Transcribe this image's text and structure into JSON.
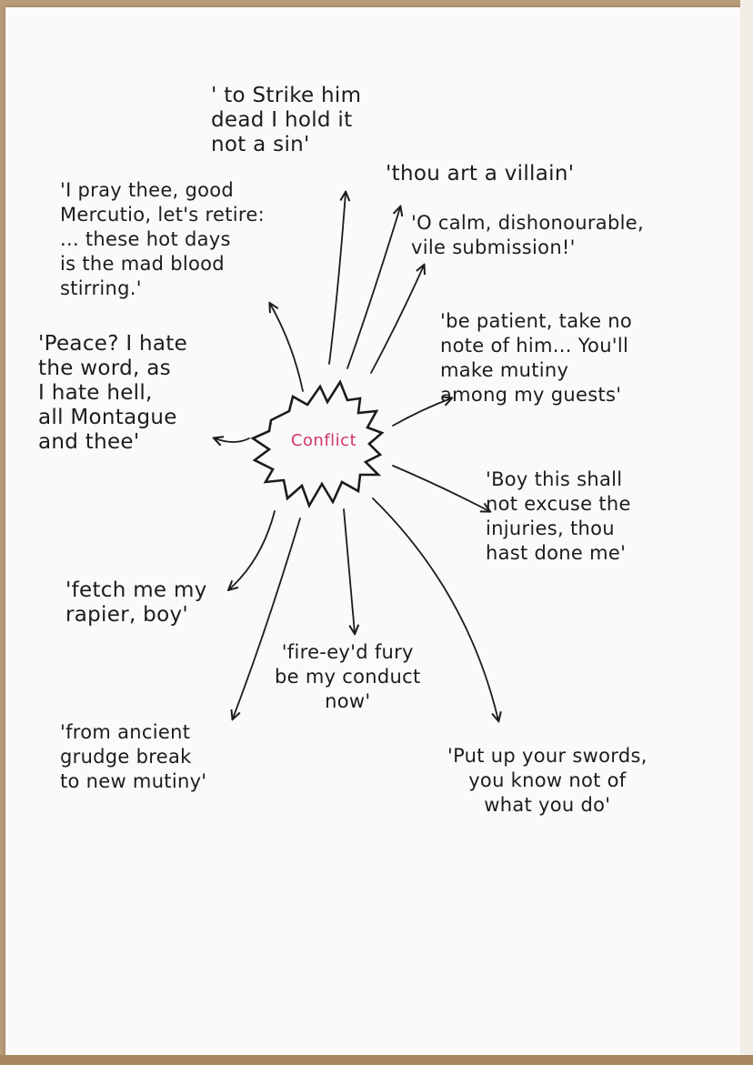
{
  "diagram": {
    "center": {
      "label": "Conflict",
      "color": "#d2366c"
    },
    "ink_color": "#1c1c1c",
    "quotes": [
      {
        "id": "strike",
        "text": "' to Strike him\ndead I hold it\nnot a sin'"
      },
      {
        "id": "villain",
        "text": "'thou art a villain'"
      },
      {
        "id": "pray",
        "text": "'I pray thee, good\nMercutio, let's retire:\n... these hot days\nis the mad blood\nstirring.'"
      },
      {
        "id": "calm",
        "text": "'O calm, dishonourable,\nvile submission!'"
      },
      {
        "id": "peace",
        "text": "'Peace? I hate\nthe word, as\nI hate hell,\nall Montague\nand thee'"
      },
      {
        "id": "patient",
        "text": "'be patient, take no\nnote of him... You'll\nmake mutiny\namong my guests'"
      },
      {
        "id": "boy",
        "text": "'Boy this shall\nnot excuse the\ninjuries, thou\nhast done me'"
      },
      {
        "id": "fetch",
        "text": "'fetch me my\nrapier, boy'"
      },
      {
        "id": "fire",
        "text": "'fire-ey'd fury\nbe my conduct\nnow'"
      },
      {
        "id": "ancient",
        "text": "'from ancient\ngrudge break\nto new mutiny'"
      },
      {
        "id": "swords",
        "text": "'Put up your swords,\nyou know not of\nwhat you do'"
      }
    ]
  }
}
